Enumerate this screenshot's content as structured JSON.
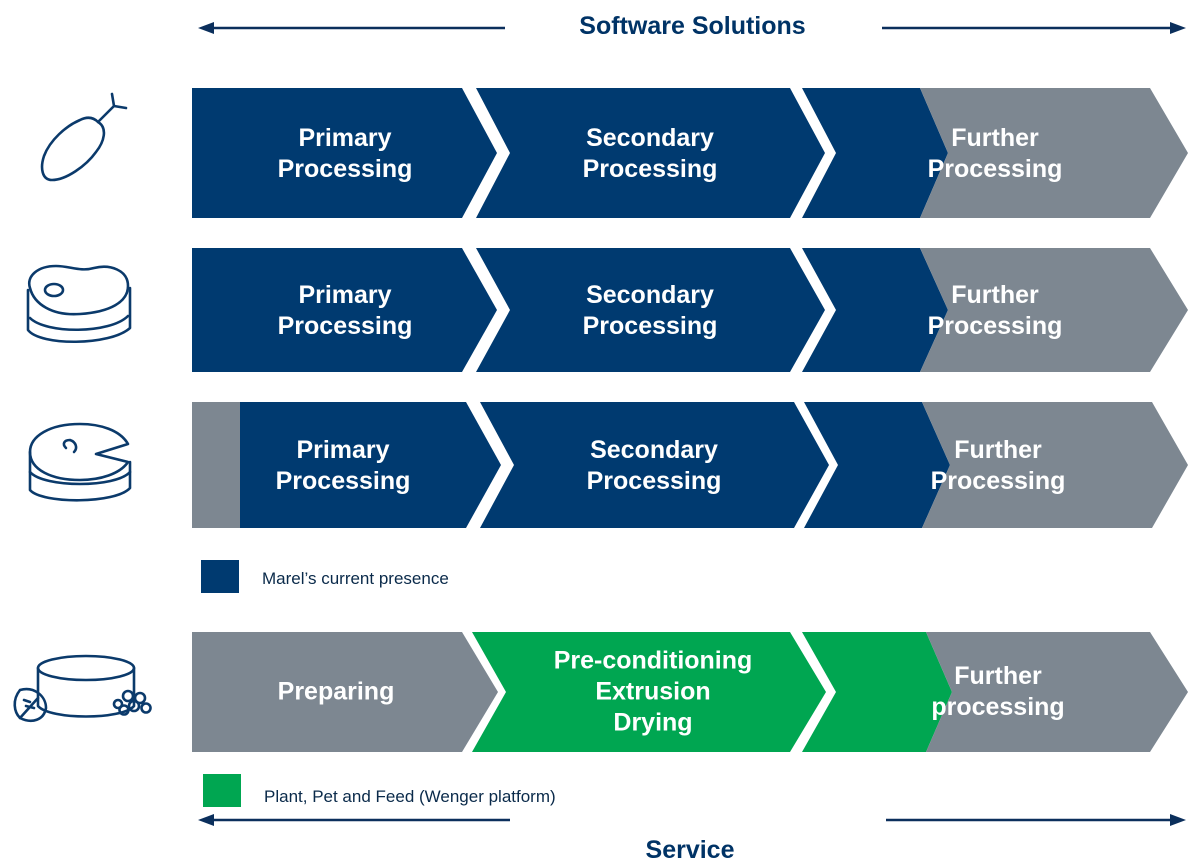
{
  "header": {
    "title": "Software Solutions"
  },
  "footer": {
    "title": "Service"
  },
  "colors": {
    "navy": "#003a70",
    "gray": "#7d8791",
    "green": "#00a651",
    "icon": "#0b3a6b"
  },
  "rows": [
    {
      "icon": "poultry-drumstick-icon",
      "steps": [
        {
          "label": "Primary\nProcessing"
        },
        {
          "label": "Secondary\nProcessing"
        },
        {
          "label": "Further\nProcessing"
        }
      ]
    },
    {
      "icon": "meat-steak-icon",
      "steps": [
        {
          "label": "Primary\nProcessing"
        },
        {
          "label": "Secondary\nProcessing"
        },
        {
          "label": "Further\nProcessing"
        }
      ]
    },
    {
      "icon": "fish-steak-icon",
      "steps": [
        {
          "label": "Primary\nProcessing"
        },
        {
          "label": "Secondary\nProcessing"
        },
        {
          "label": "Further\nProcessing"
        }
      ]
    },
    {
      "icon": "pet-feed-bowl-icon",
      "steps": [
        {
          "label": "Preparing"
        },
        {
          "label": "Pre-conditioning\nExtrusion\nDrying"
        },
        {
          "label": "Further\nprocessing"
        }
      ]
    }
  ],
  "legend": {
    "marel": "Marel’s current presence",
    "wenger": "Plant, Pet and Feed (Wenger platform)"
  }
}
